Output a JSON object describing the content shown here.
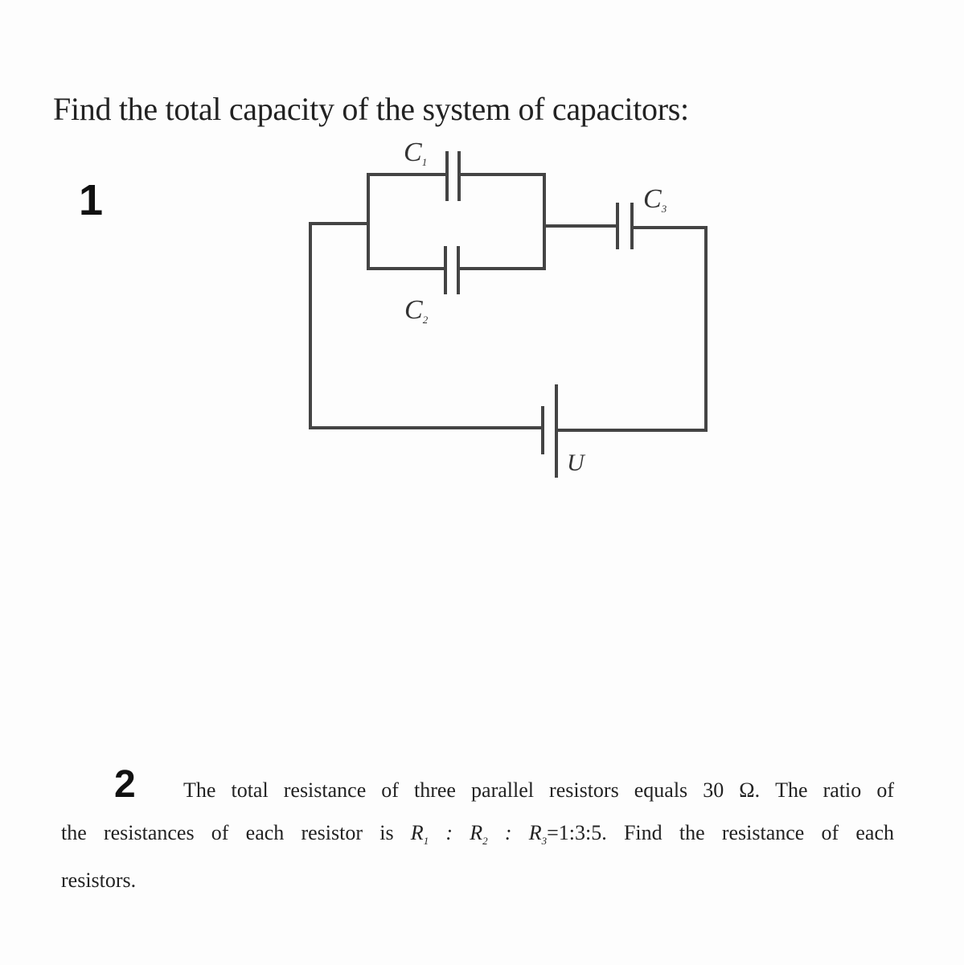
{
  "problem1": {
    "number": "1",
    "title": "Find the total capacity of the system of capacitors:",
    "diagram": {
      "c1": "C",
      "c1_sub": "1",
      "c2": "C",
      "c2_sub": "2",
      "c3": "C",
      "c3_sub": "3",
      "source": "U"
    }
  },
  "problem2": {
    "number": "2",
    "line1": "The total resistance of three parallel resistors equals 30 Ω. The ratio of",
    "line2_pre": "the resistances of each resistor is",
    "r": "R",
    "r1_sub": "1",
    "r2_sub": "2",
    "r3_sub": "3",
    "ratio": "=1:3:5",
    "line2_post": ". Find the resistance of each",
    "line3": "resistors."
  }
}
